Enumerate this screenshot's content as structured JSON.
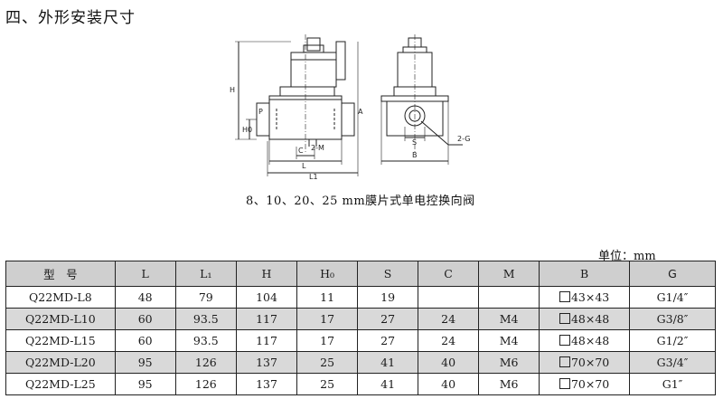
{
  "section_title": "四、外形安装尺寸",
  "drawing": {
    "labels": {
      "h": "H",
      "h0": "H0",
      "p": "P",
      "a": "A",
      "m": "2-M",
      "c": "C",
      "l": "L",
      "l1": "L1",
      "s": "S",
      "b": "B",
      "g": "2-G"
    }
  },
  "caption": "8、10、20、25 mm膜片式单电控换向阀",
  "unit_label": "单位：mm",
  "table": {
    "headers": [
      "型　号",
      "L",
      "L₁",
      "H",
      "H₀",
      "S",
      "C",
      "M",
      "B",
      "G"
    ],
    "rows": [
      [
        "Q22MD-L8",
        "48",
        "79",
        "104",
        "11",
        "19",
        "",
        "",
        "43×43",
        "G1/4″"
      ],
      [
        "Q22MD-L10",
        "60",
        "93.5",
        "117",
        "17",
        "27",
        "24",
        "M4",
        "48×48",
        "G3/8″"
      ],
      [
        "Q22MD-L15",
        "60",
        "93.5",
        "117",
        "17",
        "27",
        "24",
        "M4",
        "48×48",
        "G1/2″"
      ],
      [
        "Q22MD-L20",
        "95",
        "126",
        "137",
        "25",
        "41",
        "40",
        "M6",
        "70×70",
        "G3/4″"
      ],
      [
        "Q22MD-L25",
        "95",
        "126",
        "137",
        "25",
        "41",
        "40",
        "M6",
        "70×70",
        "G1″"
      ]
    ]
  }
}
